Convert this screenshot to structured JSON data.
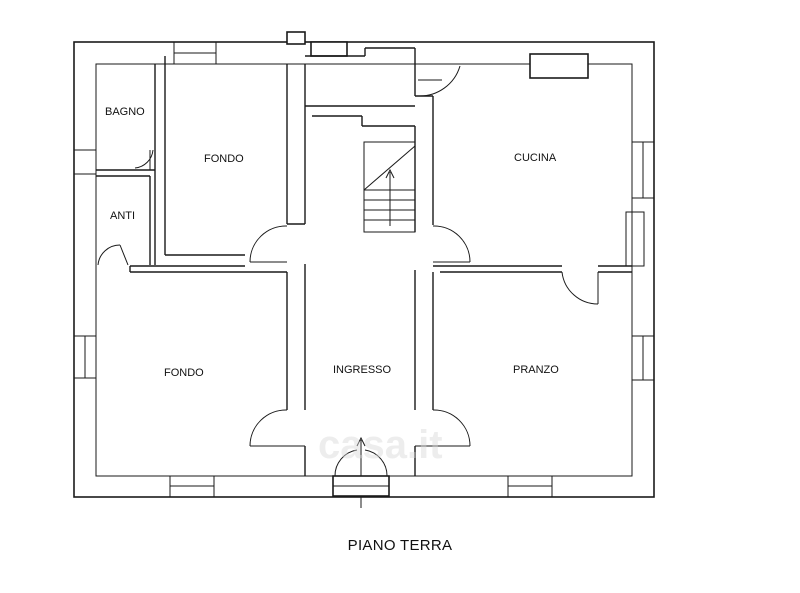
{
  "plan": {
    "caption": "PIANO TERRA",
    "watermark": "casa.it",
    "rooms": {
      "bagno": "BAGNO",
      "anti": "ANTI",
      "fondo_top": "FONDO",
      "fondo_bottom": "FONDO",
      "ingresso": "INGRESSO",
      "cucina": "CUCINA",
      "pranzo": "PRANZO"
    }
  }
}
